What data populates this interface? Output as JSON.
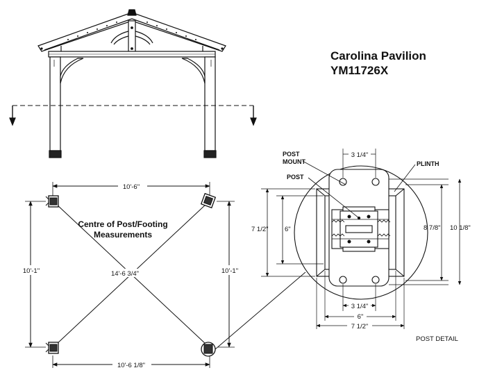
{
  "title": {
    "line1": "Carolina Pavilion",
    "line2": "YM11726X"
  },
  "plan": {
    "caption_line1": "Centre of Post/Footing",
    "caption_line2": "Measurements",
    "width_top": "10'-6\"",
    "width_bottom": "10'-6 1/8\"",
    "depth_left": "10'-1\"",
    "depth_right": "10'-1\"",
    "diagonal": "14'-6 3/4\""
  },
  "detail": {
    "label_post_mount_1": "POST",
    "label_post_mount_2": "MOUNT",
    "label_post": "POST",
    "label_plinth": "PLINTH",
    "dim_top": "3 1/4\"",
    "dim_bottom_inner": "3 1/4\"",
    "dim_bottom_mid": "6\"",
    "dim_bottom_outer": "7 1/2\"",
    "dim_left_outer": "7 1/2\"",
    "dim_left_inner": "6\"",
    "dim_right_inner": "8 7/8\"",
    "dim_right_outer": "10 1/8\"",
    "caption": "POST DETAIL"
  }
}
